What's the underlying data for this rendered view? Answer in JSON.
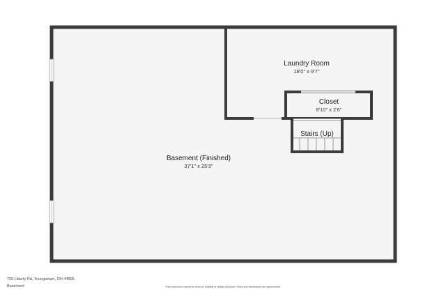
{
  "rooms": {
    "basement": {
      "name": "Basement (Finished)",
      "dims": "37'1\" x 25'3\""
    },
    "laundry": {
      "name": "Laundry Room",
      "dims": "18'0\" x 9'7\""
    },
    "closet": {
      "name": "Closet",
      "dims": "8'10\" x 2'6\""
    },
    "stairs": {
      "name": "Stairs (Up)"
    }
  },
  "footer": {
    "address": "720 Liberty Rd, Youngstown, OH 44505",
    "floor": "Basement",
    "disclaimer": "Floor plans/tour cannot be used for building or design purposes. Sizes and dimensions are approximate."
  },
  "colors": {
    "wall": "#3a3a3a",
    "floor": "#f5f5f5",
    "window": "#e2e2e2"
  }
}
